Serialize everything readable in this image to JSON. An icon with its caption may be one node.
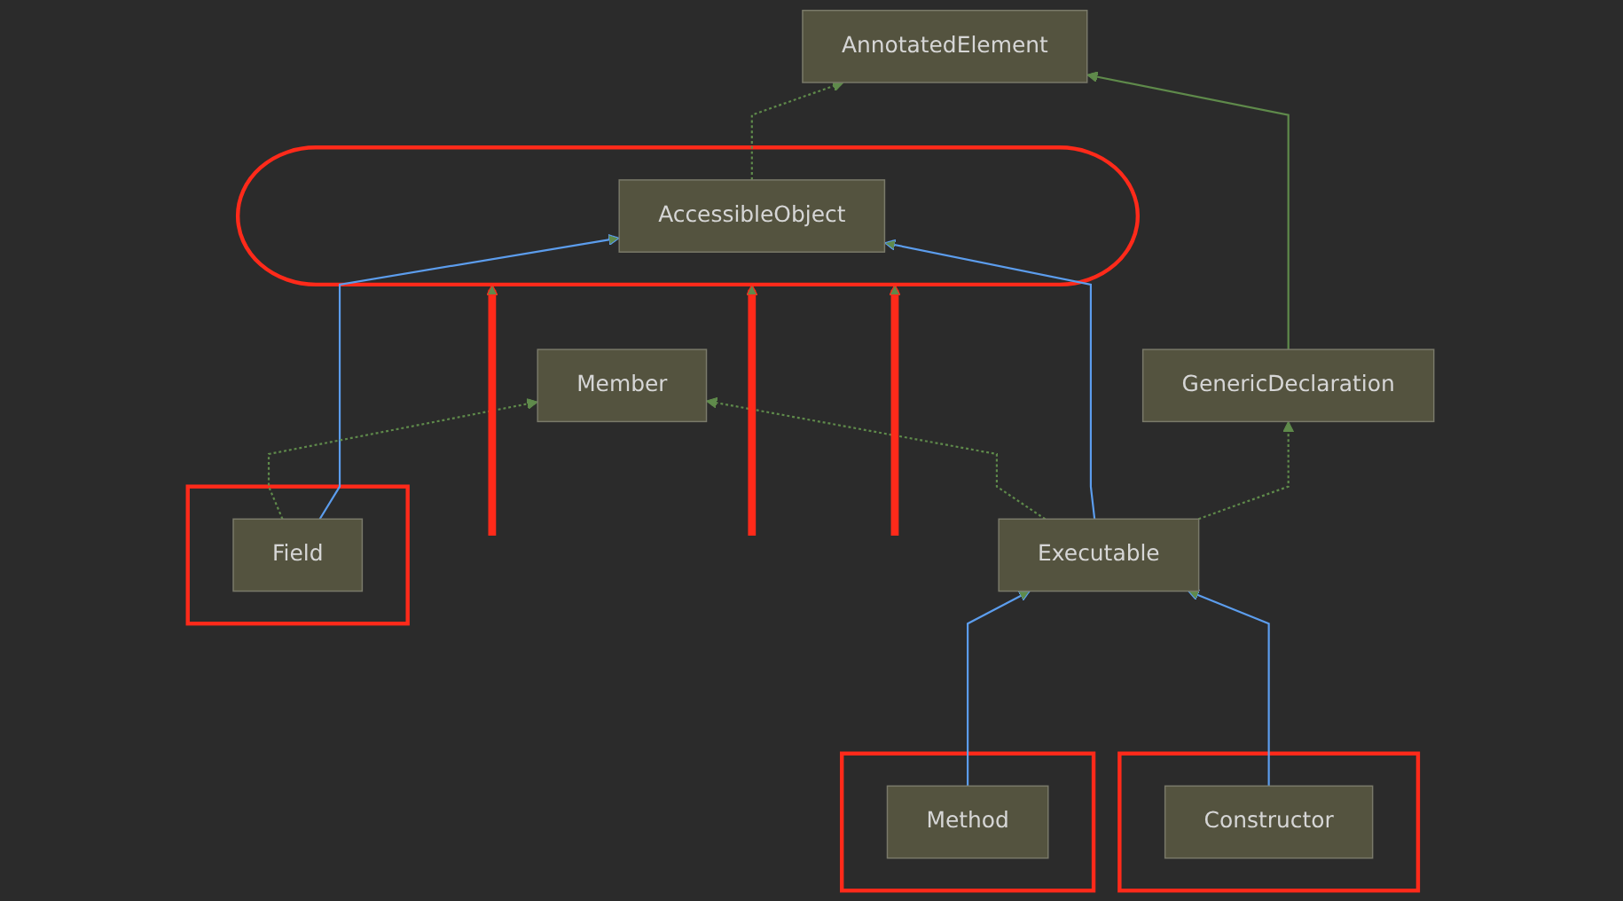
{
  "diagram": {
    "nodes": [
      {
        "text": [
          "AnnotatedElement"
        ]
      },
      {
        "text": [],
        "shape": "ellipse"
      },
      {
        "text": [
          "GenericDeclaration"
        ]
      },
      {
        "text": [
          "AccessibleObject"
        ],
        "in": 1
      },
      {
        "text": [
          "Member"
        ]
      },
      {
        "text": [
          "Executable"
        ]
      },
      {
        "text": [],
        "shape": "box"
      },
      {
        "text": [
          "Field"
        ],
        "in": 6
      },
      {
        "text": [],
        "shape": "box"
      },
      {
        "text": [
          "Constructor"
        ],
        "in": 8
      },
      {
        "text": [],
        "shape": "box"
      },
      {
        "text": [
          "Method"
        ],
        "in": 10
      }
    ],
    "edges": [
      {
        "from": 2,
        "to": 0,
        "arrow": "to"
      },
      {
        "from": 3,
        "to": 0,
        "arrow": "to",
        "style": "dashed"
      },
      {
        "from": 5,
        "to": 2,
        "arrow": "to",
        "style": "dashed"
      },
      {
        "from": 5,
        "to": 3,
        "arrow": "to",
        "color": "#5c9ded"
      },
      {
        "from": 5,
        "to": 4,
        "arrow": "to",
        "style": "dashed"
      },
      {
        "from": 7,
        "to": 3,
        "arrow": "to",
        "color": "#5c9ded"
      },
      {
        "from": 7,
        "to": 4,
        "arrow": "to",
        "style": "dashed"
      },
      {
        "from": 9,
        "to": 5,
        "arrow": "to",
        "color": "#5c9ded"
      },
      {
        "from": 11,
        "to": 5,
        "arrow": "to",
        "color": "#5c9ded"
      },
      {
        "from": null,
        "to": 1,
        "arrow": "to",
        "style": "thick",
        "color": "#ff2a1a"
      },
      {
        "from": null,
        "to": 1,
        "arrow": "to",
        "style": "thick",
        "color": "#ff2a1a"
      },
      {
        "from": null,
        "to": 1,
        "arrow": "to",
        "style": "thick",
        "color": "#ff2a1a"
      }
    ]
  }
}
